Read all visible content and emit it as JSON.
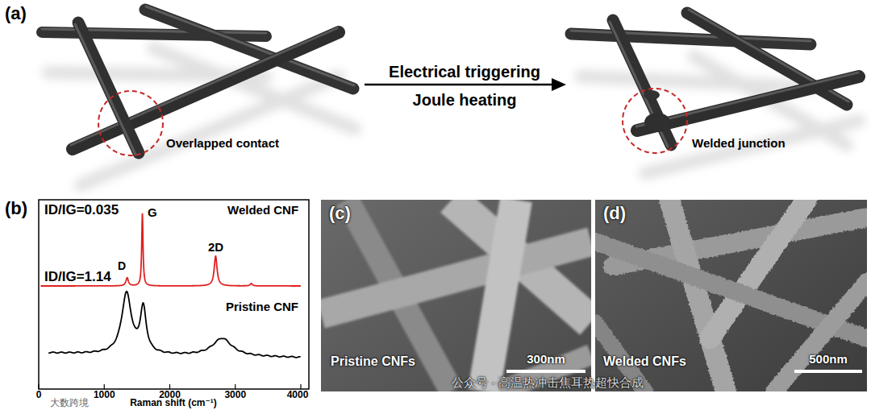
{
  "diagram": {
    "labels": [
      "(a)",
      "Overlapped contact",
      "Electrical triggering",
      "Joule heating",
      "Welded junction",
      "(b)",
      "ID/IG=0.035",
      "Welded CNF",
      "G",
      "D",
      "2D",
      "ID/IG=1.14",
      "Pristine CNF",
      "0",
      "1000",
      "2000",
      "3000",
      "4000",
      "Raman shift (cm⁻¹)",
      "(c)",
      "Pristine CNFs",
      "300nm",
      "(d)",
      "Welded CNFs",
      "500nm",
      "公众号 · 高温热冲击焦耳热超快合成",
      "大数跨境"
    ]
  }
}
